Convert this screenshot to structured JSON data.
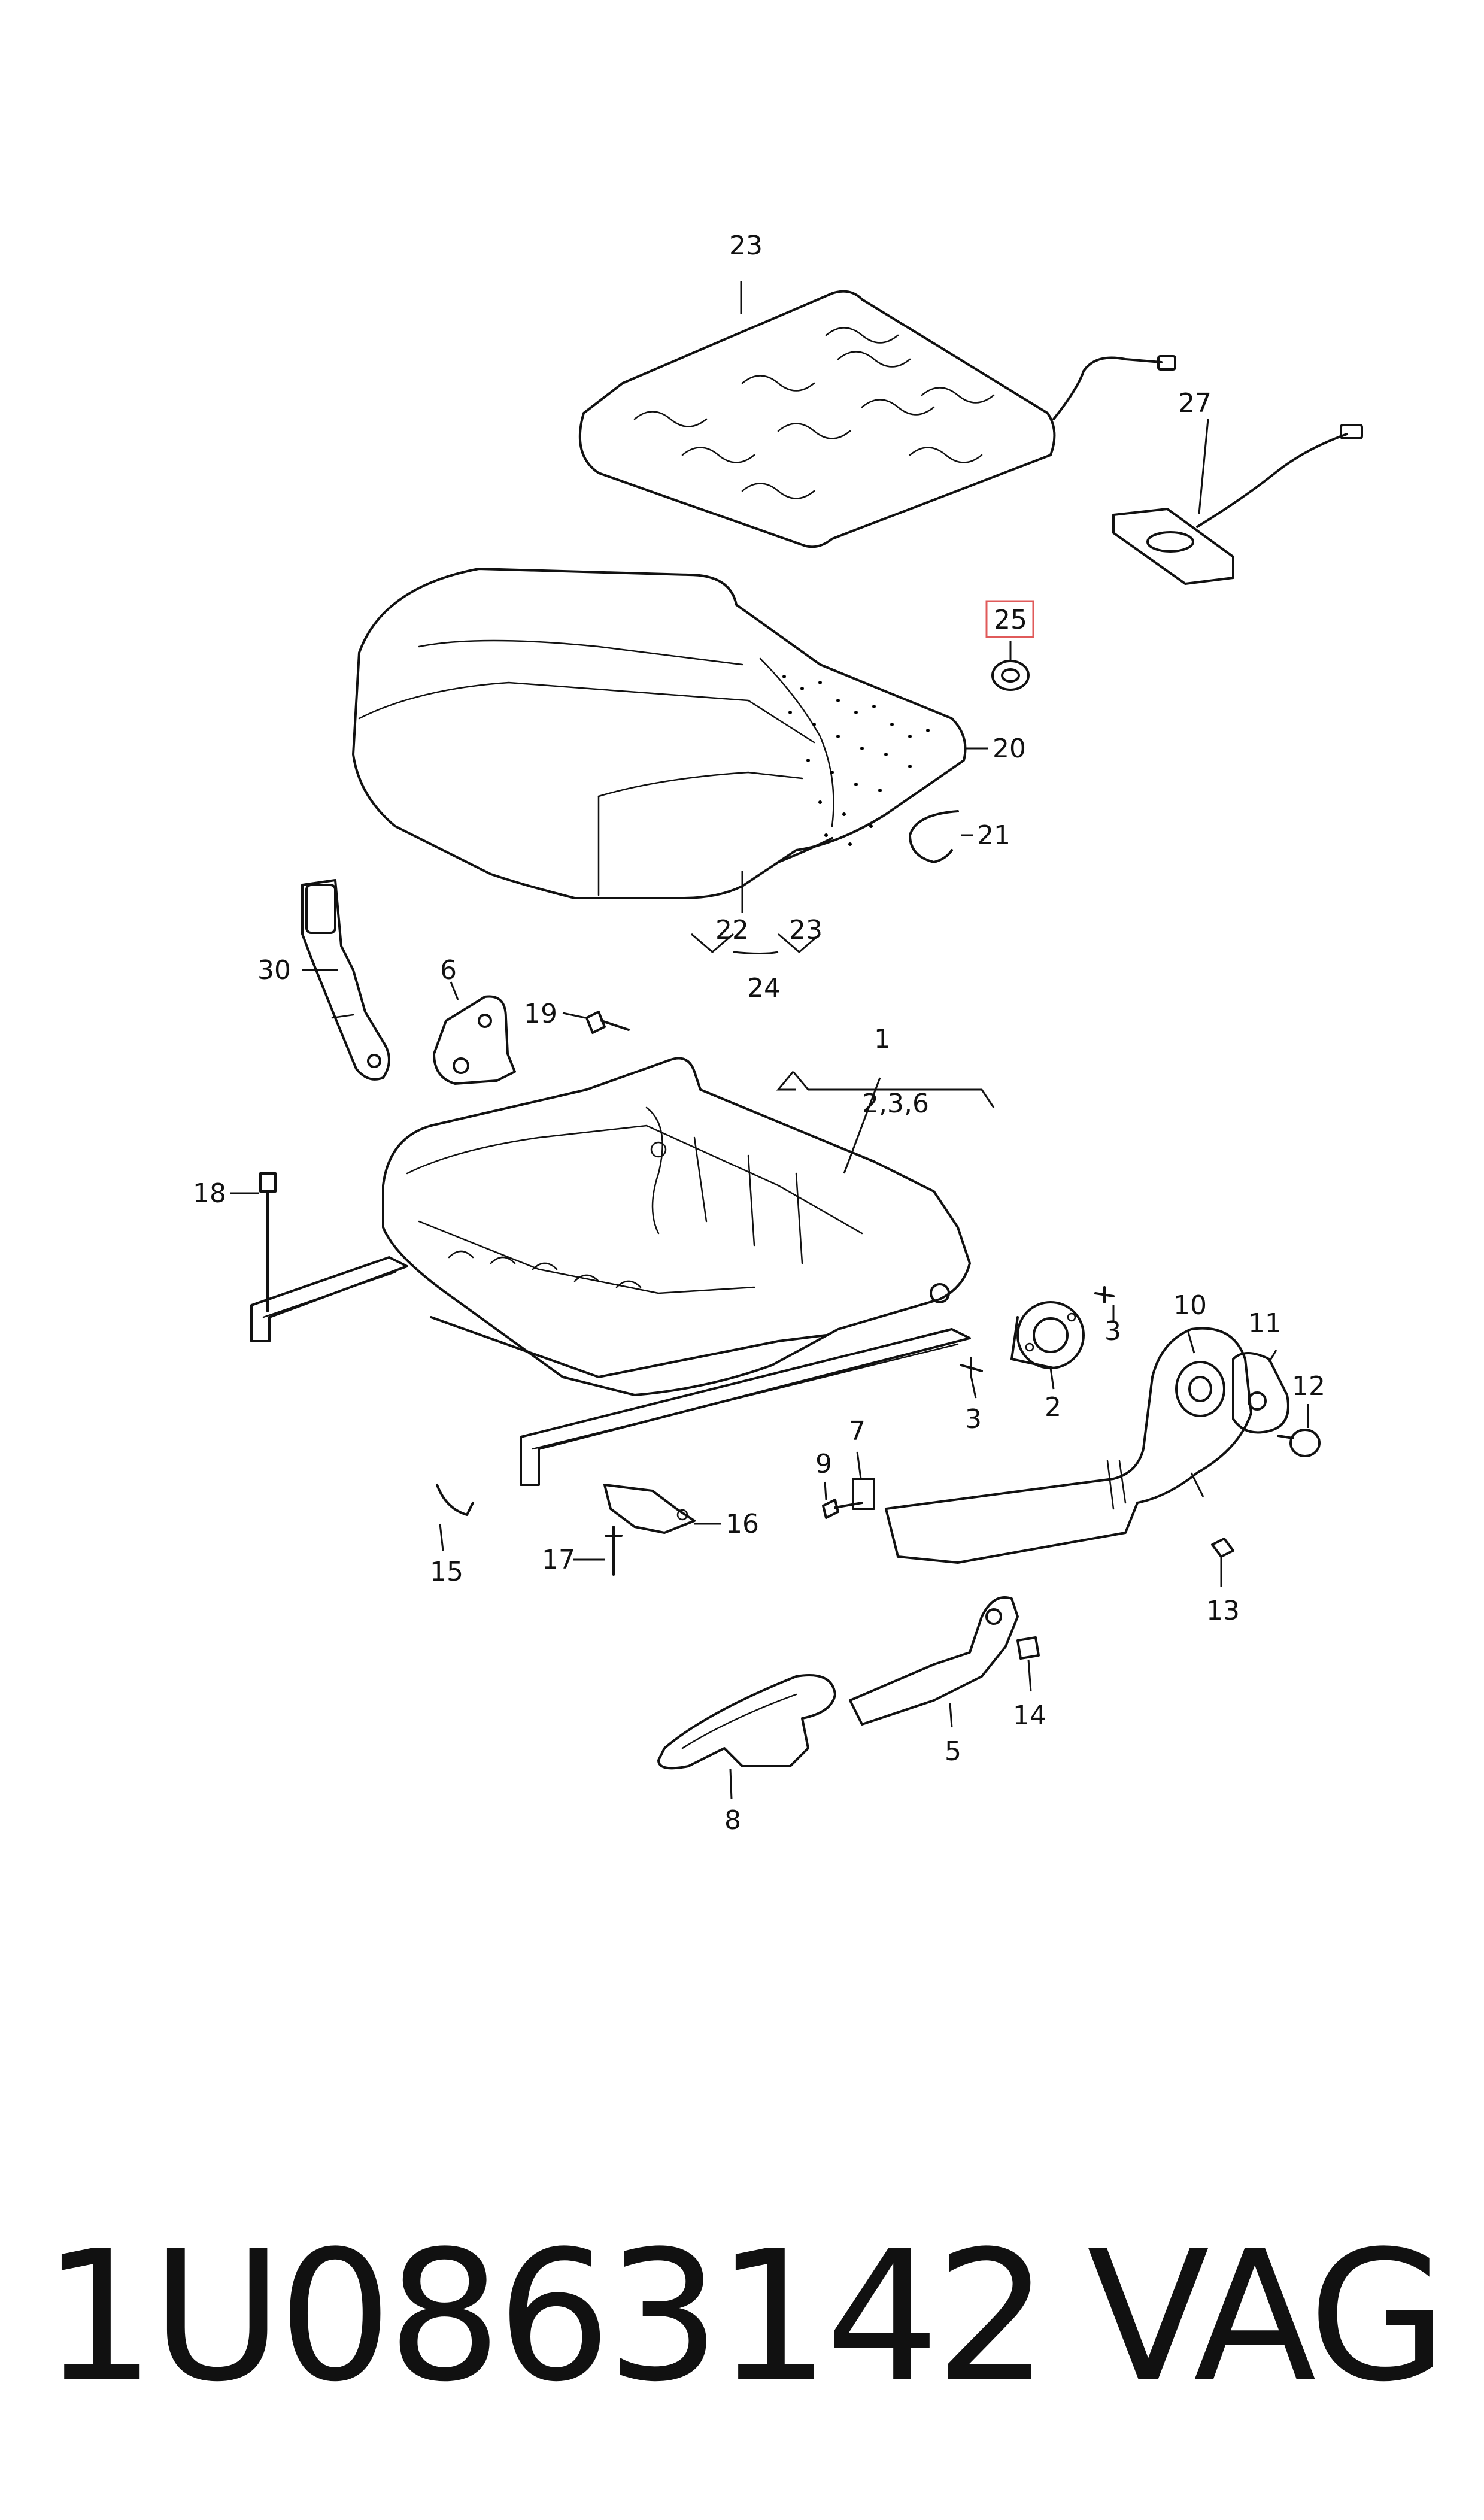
{
  "diagram": {
    "callouts": {
      "c23_top": "23",
      "c27": "27",
      "c25": "25",
      "c20": "20",
      "c21": "21",
      "c22": "22",
      "c23_bottom": "23",
      "c24": "24",
      "c30": "30",
      "c6": "6",
      "c19": "19",
      "c1": "1",
      "c1_sub": "2,3,6",
      "c18": "18",
      "c3_right": "3",
      "c3_left": "3",
      "c2": "2",
      "c10": "10",
      "c11": "11",
      "c12": "12",
      "c9": "9",
      "c7": "7",
      "c16": "16",
      "c17": "17",
      "c15": "15",
      "c13": "13",
      "c5": "5",
      "c14": "14",
      "c8": "8"
    },
    "highlight_color": "#e05a5a"
  },
  "footer": {
    "part_number": "1U0863142",
    "brand": "VAG"
  }
}
